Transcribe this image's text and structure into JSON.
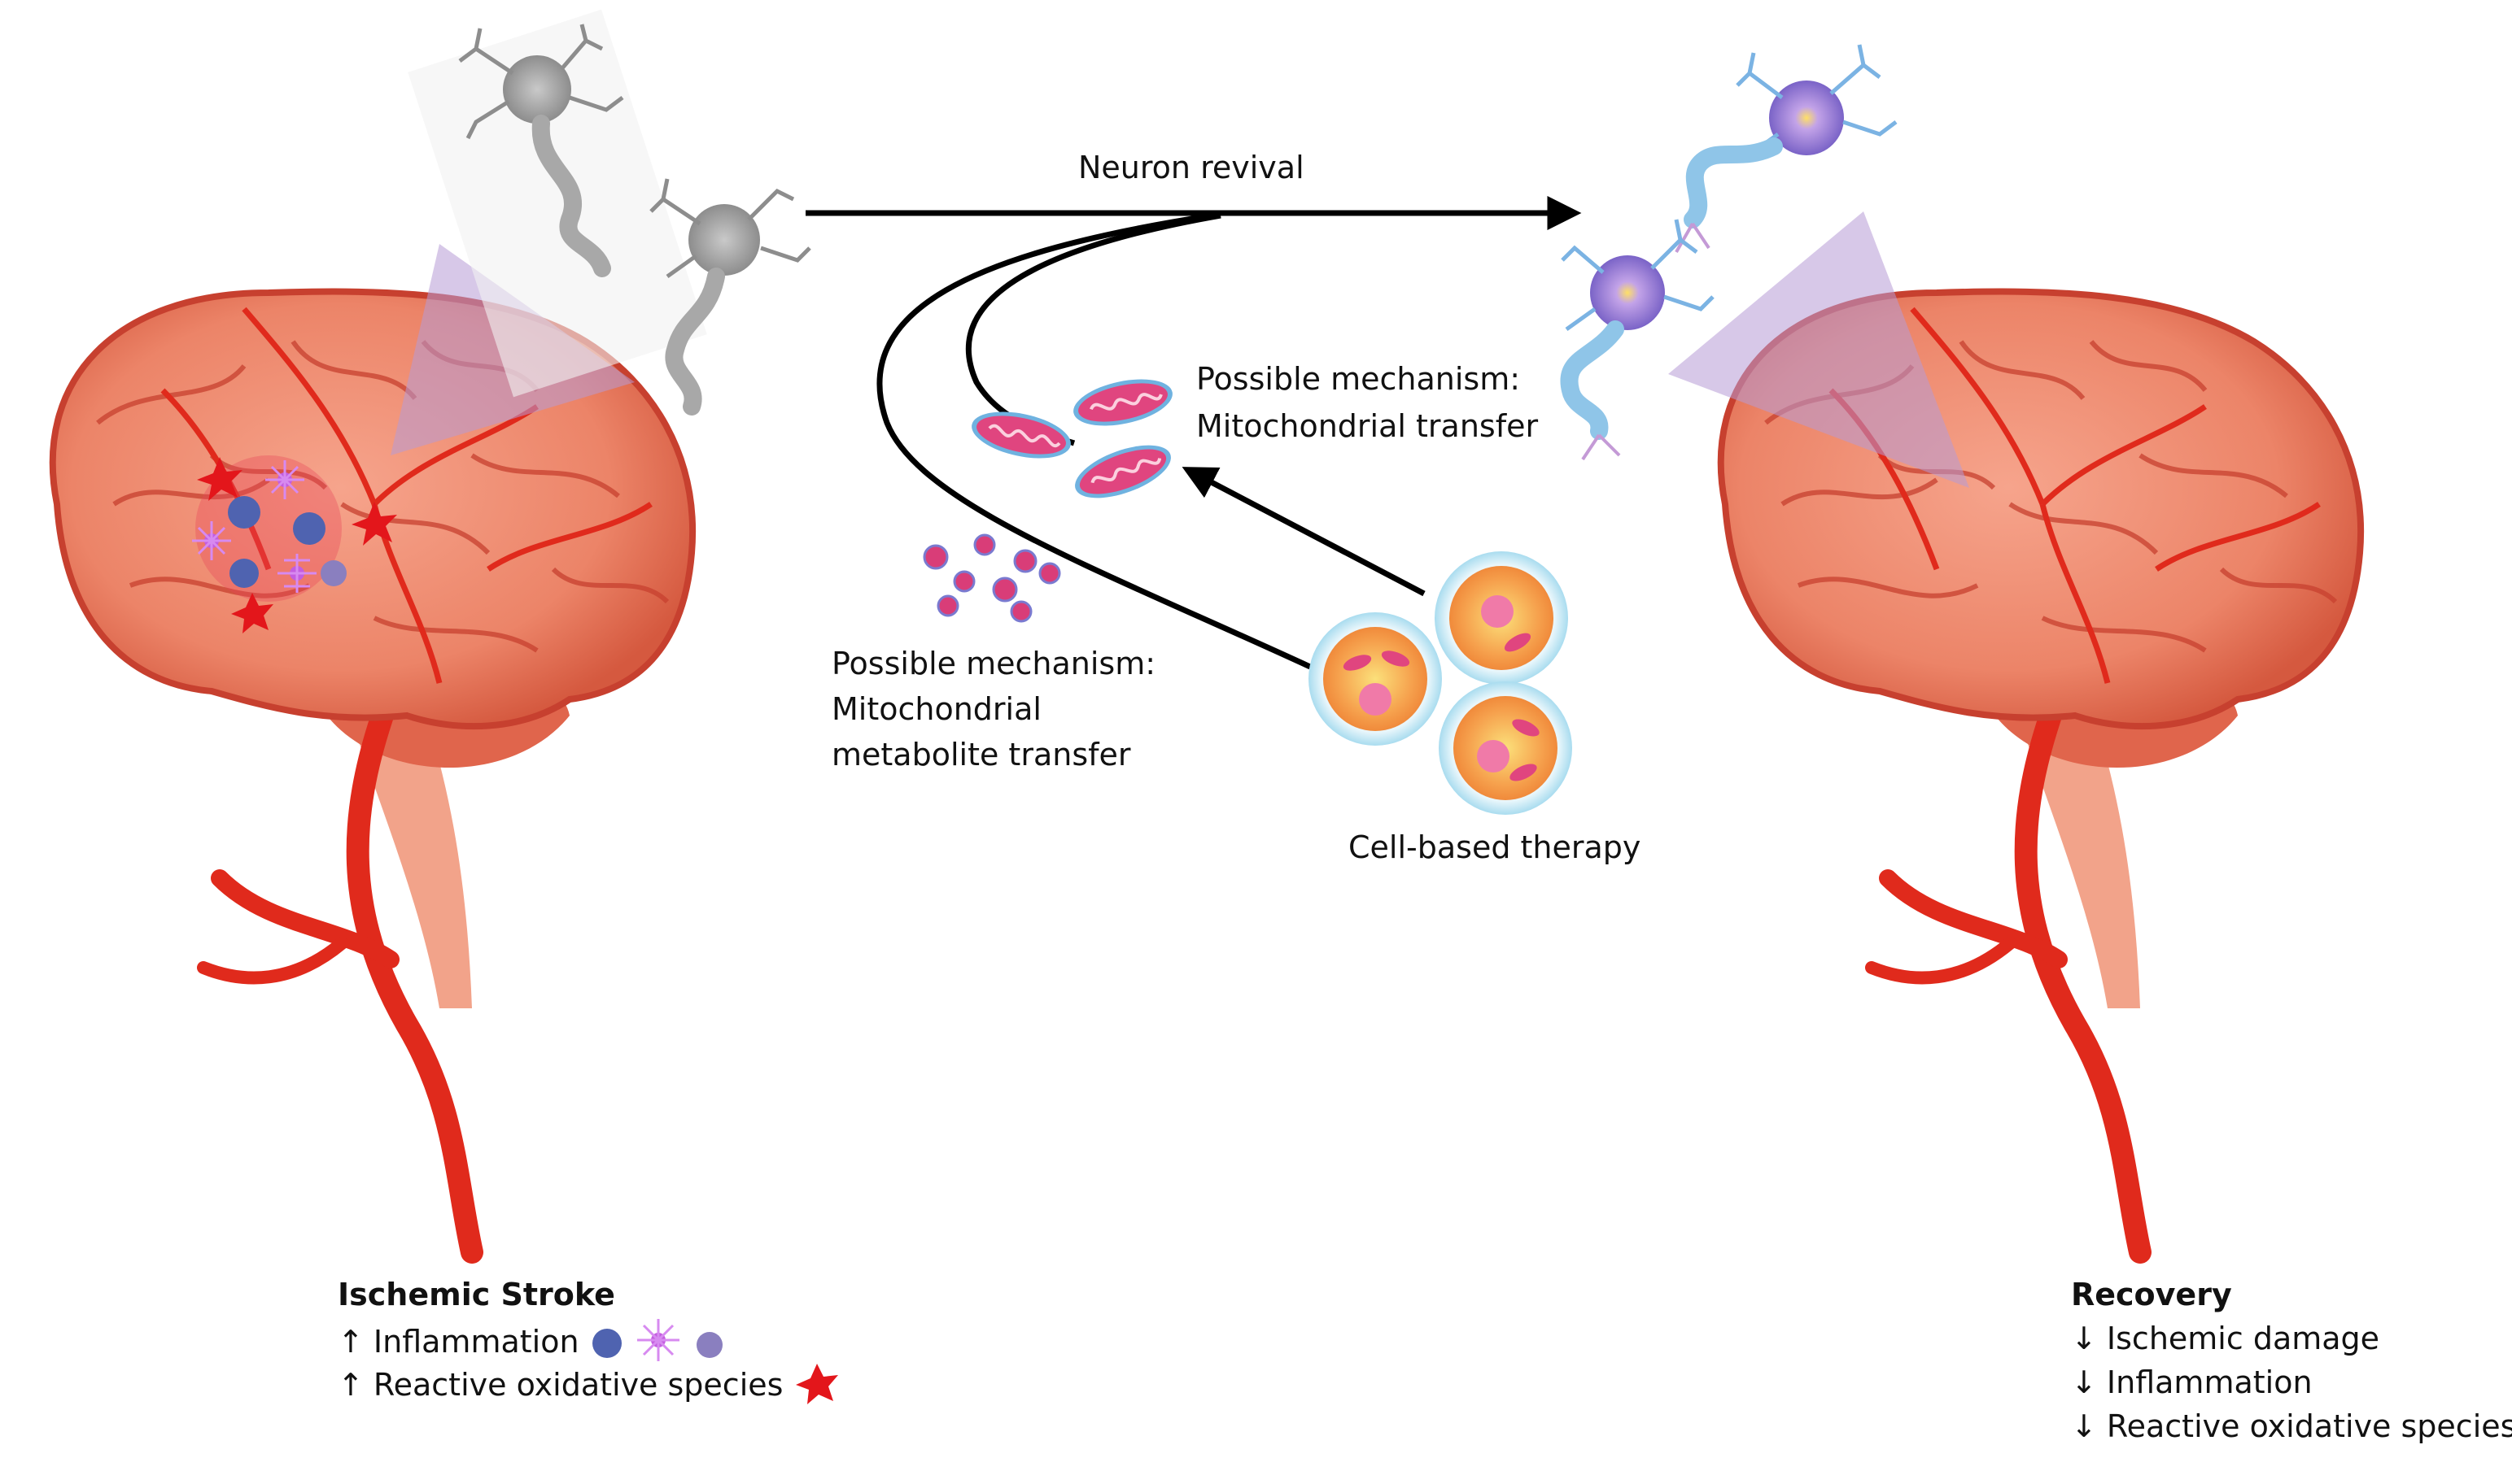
{
  "labels": {
    "neuron_revival": "Neuron revival",
    "mech_mito_1": "Possible mechanism:",
    "mech_mito_2": "Mitochondrial transfer",
    "mech_metab_1": "Possible mechanism:",
    "mech_metab_2": "Mitochondrial",
    "mech_metab_3": "metabolite transfer",
    "cell_therapy": "Cell-based therapy"
  },
  "left_panel": {
    "title": "Ischemic Stroke",
    "items": [
      "↑ Inflammation",
      "↑ Reactive oxidative species"
    ]
  },
  "right_panel": {
    "title": "Recovery",
    "items": [
      "↓ Ischemic damage",
      "↓ Inflammation",
      "↓ Reactive oxidative species"
    ]
  },
  "colors": {
    "brain": "#ee8a6e",
    "brain_dark": "#c7402f",
    "artery": "#e02a1c",
    "highlight": "#b79ad6",
    "mito_outer": "#e0457f",
    "mito_rim": "#6fb2e0",
    "cell_fill": "#f7b45a",
    "cell_rim": "#a9dcef",
    "metabolite": "#d93d78",
    "ros": "#e3161b",
    "arrow": "#000000"
  }
}
